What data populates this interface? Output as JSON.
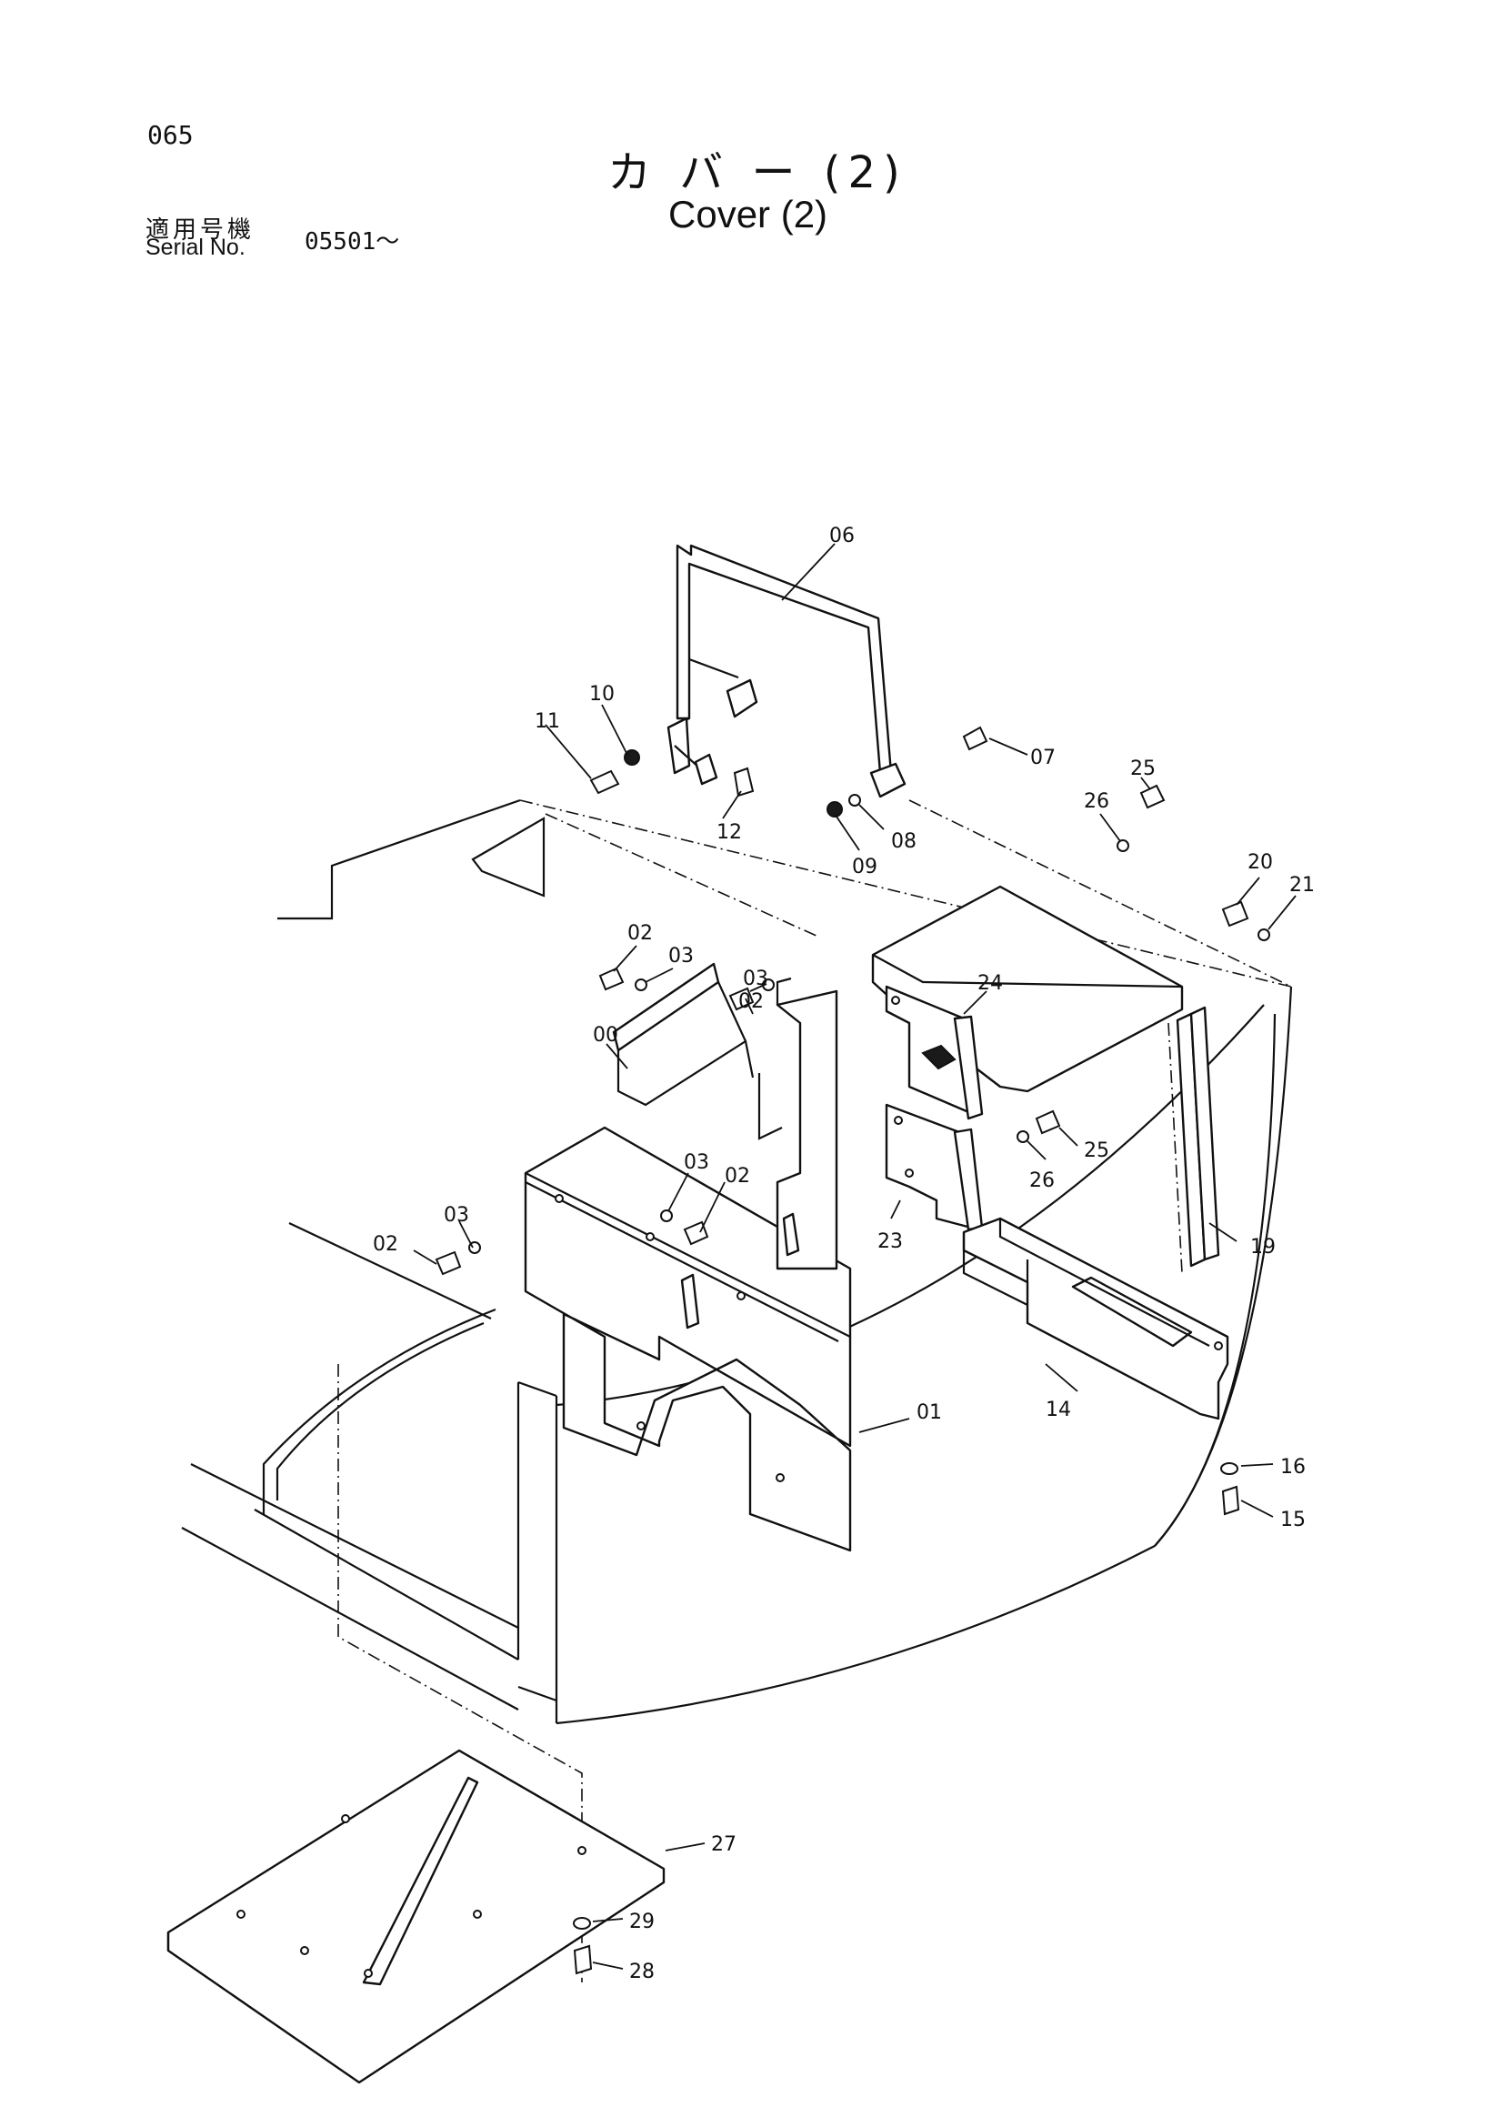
{
  "header": {
    "page_number": "065",
    "title_jp": "カ バ ー (2)",
    "title_en": "Cover (2)",
    "serial_label_jp": "適用号機",
    "serial_label_en": "Serial No.",
    "serial_value": "05501～"
  },
  "callouts": [
    "06",
    "10",
    "11",
    "07",
    "12",
    "08",
    "09",
    "25",
    "26",
    "20",
    "21",
    "02",
    "03",
    "02",
    "03",
    "00",
    "24",
    "03",
    "02",
    "25",
    "26",
    "03",
    "02",
    "23",
    "19",
    "01",
    "14",
    "16",
    "15",
    "27",
    "29",
    "28"
  ]
}
